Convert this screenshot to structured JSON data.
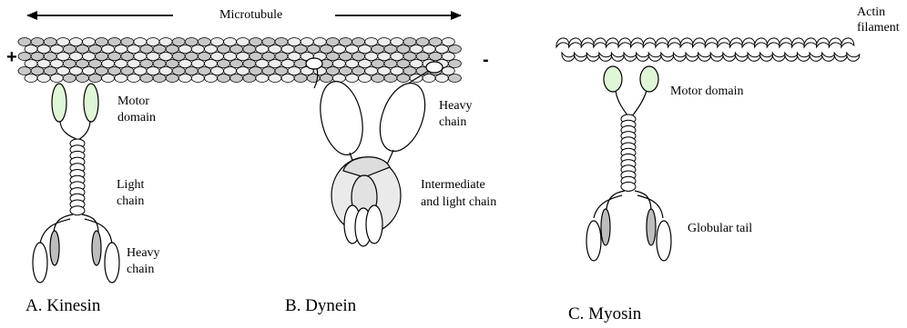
{
  "microtubule": {
    "label": "Microtubule",
    "plus_sign": "+",
    "minus_sign": "-"
  },
  "actin": {
    "line1": "Actin",
    "line2": "filament"
  },
  "kinesin": {
    "motor_line1": "Motor",
    "motor_line2": "domain",
    "light_line1": "Light",
    "light_line2": "chain",
    "heavy_line1": "Heavy",
    "heavy_line2": "chain",
    "caption": "A. Kinesin"
  },
  "dynein": {
    "heavy_line1": "Heavy",
    "heavy_line2": "chain",
    "inter_line1": "Intermediate",
    "inter_line2": "and light chain",
    "caption": "B. Dynein"
  },
  "myosin": {
    "motor_label": "Motor domain",
    "tail_label": "Globular tail",
    "caption": "C. Myosin"
  },
  "colors": {
    "motor_fill": "#dff7d6",
    "tubulin_gray": "#c8c8c8",
    "tubulin_light": "#eeeeee",
    "heavy_gray": "#bdbdbd",
    "dynein_body": "#eaeaea",
    "stroke": "#000000"
  }
}
